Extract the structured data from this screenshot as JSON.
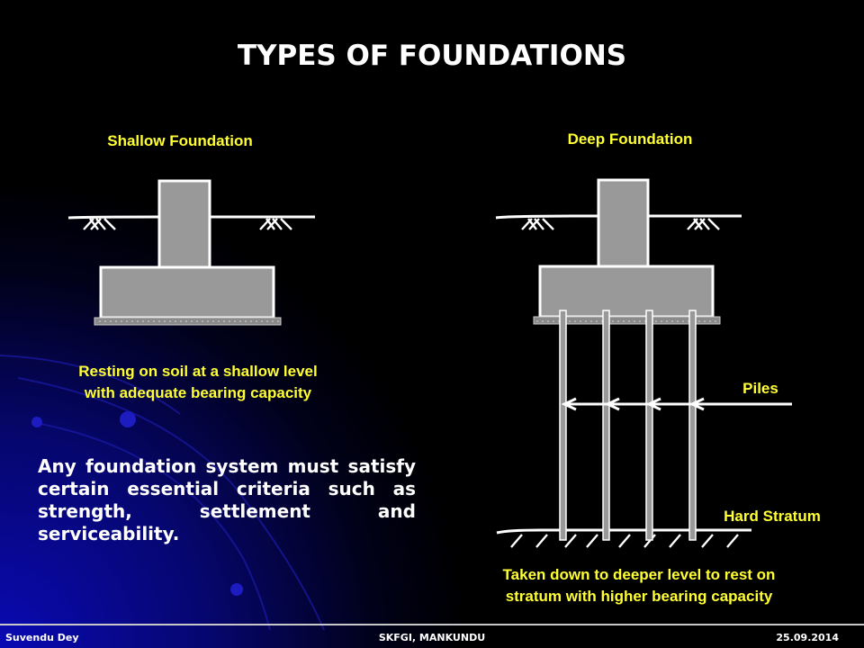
{
  "slide": {
    "title": "TYPES OF FOUNDATIONS",
    "shallow": {
      "heading": "Shallow Foundation",
      "caption_line1": "Resting on soil at a shallow level",
      "caption_line2": "with adequate bearing capacity"
    },
    "deep": {
      "heading": "Deep Foundation",
      "piles_label": "Piles",
      "stratum_label": "Hard Stratum",
      "caption_line1": "Taken down to deeper level to rest on",
      "caption_line2": "stratum with higher bearing capacity"
    },
    "body": "Any foundation system must satisfy certain essential criteria such as strength, settlement and serviceability.",
    "colors": {
      "background": "#000000",
      "accent_blue": "#0a0aa0",
      "label_yellow": "#ffff33",
      "concrete_gray": "#999999",
      "line_white": "#ffffff"
    }
  },
  "footer": {
    "author": "Suvendu Dey",
    "institution": "SKFGI, MANKUNDU",
    "date": "25.09.2014"
  }
}
